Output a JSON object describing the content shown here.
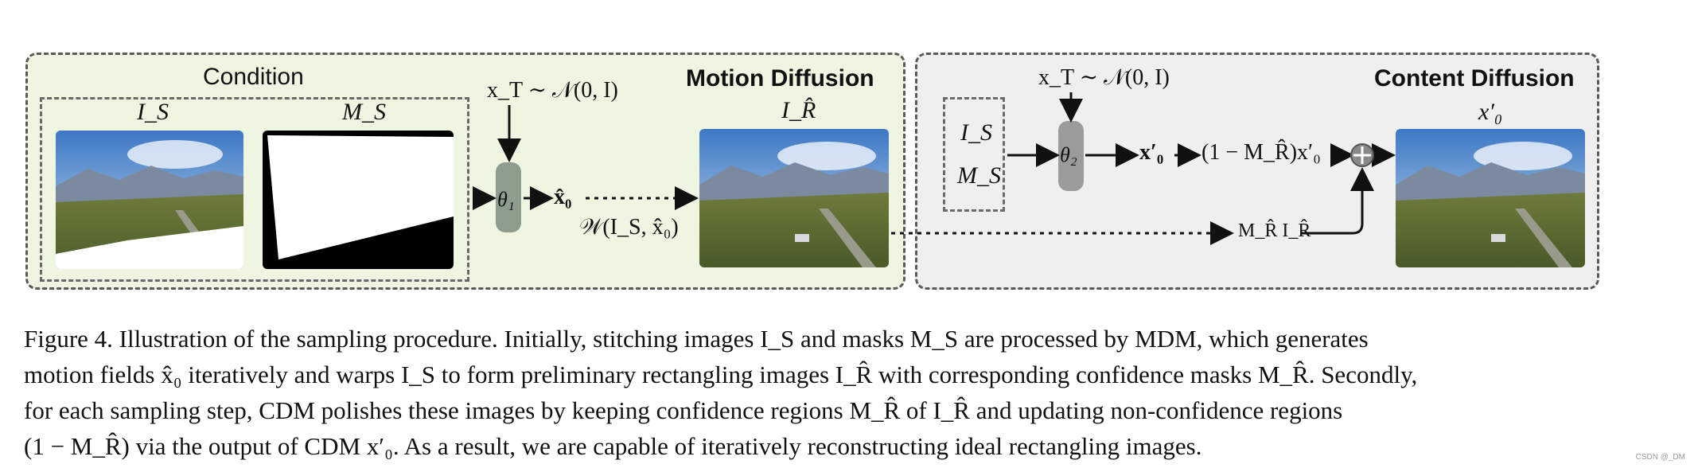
{
  "figure": {
    "condition_label": "Condition",
    "motion_title": "Motion Diffusion",
    "content_title": "Content Diffusion",
    "labels": {
      "i_s": "I_S",
      "m_s": "M_S",
      "i_rhat": "I_R̂",
      "x0_prime": "x′₀",
      "noise_left": "x_T ∼ 𝒩(0, I)",
      "noise_right": "x_T ∼ 𝒩(0, I)",
      "theta1": "θ₁",
      "theta2": "θ₂",
      "x0_hat": "x̂₀",
      "warp": "𝒲(I_S, x̂₀)",
      "x0_prime_mid": "x′₀",
      "one_minus": "(1 − M_R̂)x′₀",
      "mask_times_img": "M_R̂ I_R̂"
    }
  },
  "caption": {
    "lines": [
      "Figure 4. Illustration of the sampling procedure. Initially, stitching images I_S and masks M_S are processed by MDM, which generates",
      "motion fields x̂₀ iteratively and warps I_S to form preliminary rectangling images I_R̂ with corresponding confidence masks M_R̂. Secondly,",
      "for each sampling step, CDM polishes these images by keeping confidence regions M_R̂ of I_R̂ and updating non-confidence regions",
      "(1 − M_R̂) via the output of CDM x′₀. As a result, we are capable of iteratively reconstructing ideal rectangling images."
    ]
  },
  "watermark": "CSDN @_DM"
}
